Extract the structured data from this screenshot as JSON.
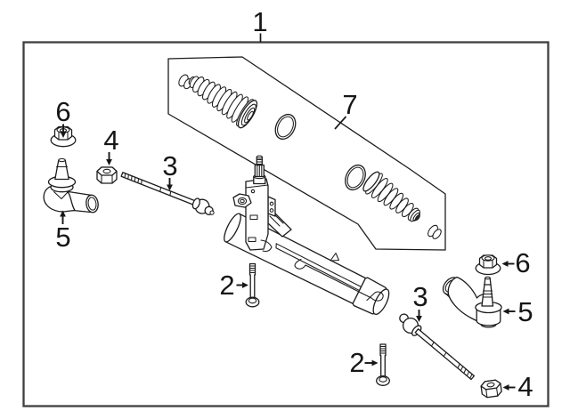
{
  "diagram": {
    "background": "#ffffff",
    "line_color": "#1c1c1c",
    "border_color": "#3f3f3f",
    "callouts": {
      "c1": "1",
      "c2_left": "2",
      "c2_right": "2",
      "c3_left": "3",
      "c3_right": "3",
      "c4_left": "4",
      "c4_right": "4",
      "c5_left": "5",
      "c5_right": "5",
      "c6_left": "6",
      "c6_right": "6",
      "c7": "7"
    }
  }
}
